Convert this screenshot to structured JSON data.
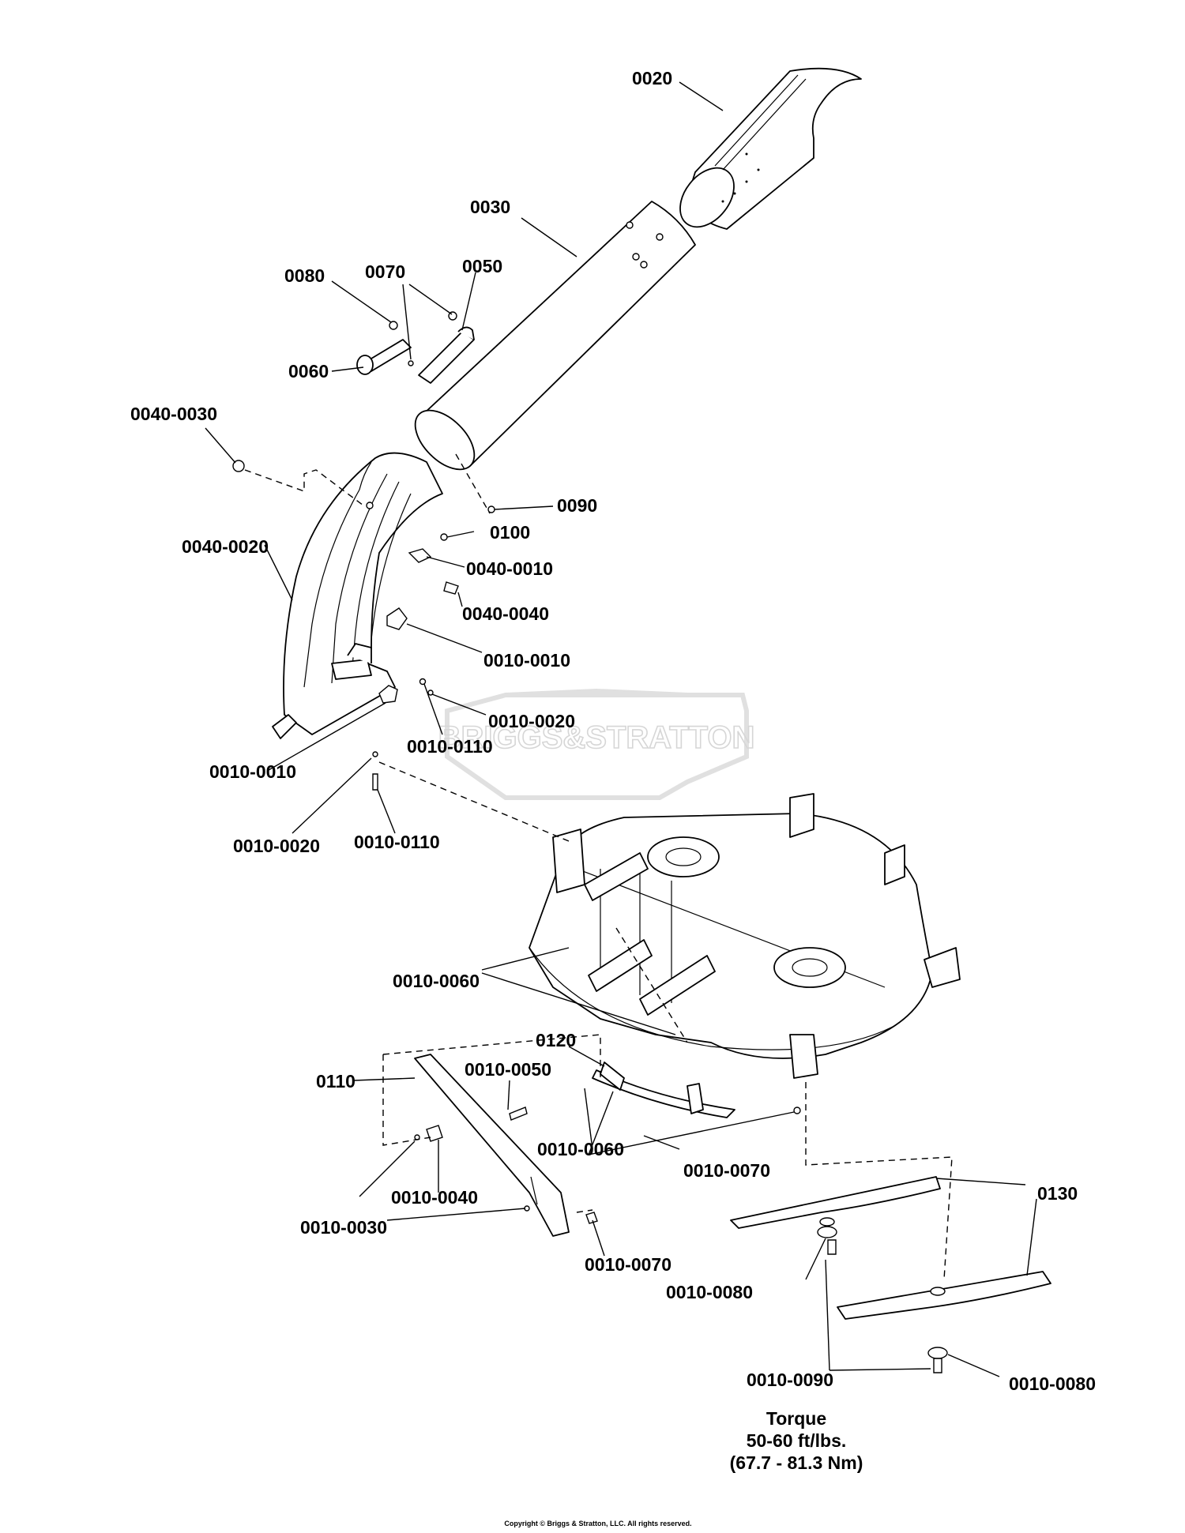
{
  "watermark": {
    "text": "BRIGGS&STRATTON"
  },
  "callouts": [
    {
      "id": "c01",
      "text": "0020"
    },
    {
      "id": "c02",
      "text": "0030"
    },
    {
      "id": "c03",
      "text": "0080"
    },
    {
      "id": "c04",
      "text": "0070"
    },
    {
      "id": "c05",
      "text": "0050"
    },
    {
      "id": "c06",
      "text": "0060"
    },
    {
      "id": "c07",
      "text": "0040-0030"
    },
    {
      "id": "c08",
      "text": "0090"
    },
    {
      "id": "c09",
      "text": "0100"
    },
    {
      "id": "c10",
      "text": "0040-0020"
    },
    {
      "id": "c11",
      "text": "0040-0010"
    },
    {
      "id": "c12",
      "text": "0040-0040"
    },
    {
      "id": "c13",
      "text": "0010-0010"
    },
    {
      "id": "c14",
      "text": "0010-0020"
    },
    {
      "id": "c15",
      "text": "0010-0110"
    },
    {
      "id": "c16",
      "text": "0010-0010"
    },
    {
      "id": "c17",
      "text": "0010-0020"
    },
    {
      "id": "c18",
      "text": "0010-0110"
    },
    {
      "id": "c19",
      "text": "0010-0060"
    },
    {
      "id": "c20",
      "text": "0120"
    },
    {
      "id": "c21",
      "text": "0110"
    },
    {
      "id": "c22",
      "text": "0010-0050"
    },
    {
      "id": "c23",
      "text": "0010-0060"
    },
    {
      "id": "c24",
      "text": "0010-0070"
    },
    {
      "id": "c25",
      "text": "0010-0040"
    },
    {
      "id": "c26",
      "text": "0130"
    },
    {
      "id": "c27",
      "text": "0010-0030"
    },
    {
      "id": "c28",
      "text": "0010-0070"
    },
    {
      "id": "c29",
      "text": "0010-0080"
    },
    {
      "id": "c30",
      "text": "0010-0090"
    },
    {
      "id": "c31",
      "text": "0010-0080"
    }
  ],
  "torque_note": {
    "line1": "Torque",
    "line2": "50-60 ft/lbs.",
    "line3": "(67.7 - 81.3 Nm)"
  },
  "copyright": "Copyright © Briggs & Stratton, LLC. All rights reserved."
}
